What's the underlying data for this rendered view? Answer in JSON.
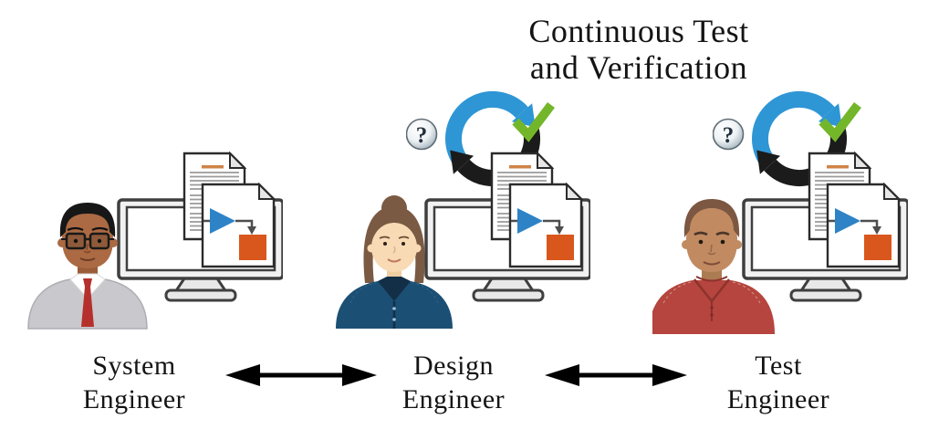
{
  "title": {
    "line1": "Continuous Test",
    "line2": "and Verification"
  },
  "engineers": [
    {
      "id": "system-engineer",
      "line1": "System",
      "line2": "Engineer"
    },
    {
      "id": "design-engineer",
      "line1": "Design",
      "line2": "Engineer"
    },
    {
      "id": "test-engineer",
      "line1": "Test",
      "line2": "Engineer"
    }
  ],
  "cycle_icon": {
    "question_mark": "?",
    "colors": {
      "blue_arrow": "#2e96d5",
      "black_arrow": "#1b1b1b",
      "check_green": "#74b62a",
      "ball_stroke": "#5f6b74",
      "question_text": "#22313d"
    }
  },
  "workstation_icon": {
    "colors": {
      "monitor_frame": "#3f3f3f",
      "monitor_body": "#f1f1f1",
      "screen": "#ffffff",
      "stand": "#e8e8e8",
      "document_outline": "#2b2b2b",
      "document_fill": "#ffffff",
      "fold": "#e6e6e6",
      "text_lines": "#9a9a9a",
      "heading": "#cf8347",
      "diagram_triangle": "#2e83c6",
      "diagram_square": "#d9571d",
      "diagram_wire": "#4d4d4d"
    }
  },
  "avatars": {
    "system": {
      "skin": "#ab6a43",
      "hair": "#171717",
      "shirt": "#c9c8cd",
      "collar": "#ffffff",
      "tie": "#b5302c"
    },
    "design": {
      "skin": "#f8dab4",
      "hair": "#7b5a44",
      "shirt": "#1c4f74",
      "collar": "#122f47"
    },
    "test": {
      "skin": "#c18a61",
      "hair": "#7c5741",
      "shirt": "#b5453e",
      "collar_line": "#8c332d"
    }
  },
  "relation_arrows": {
    "color": "#000000"
  }
}
